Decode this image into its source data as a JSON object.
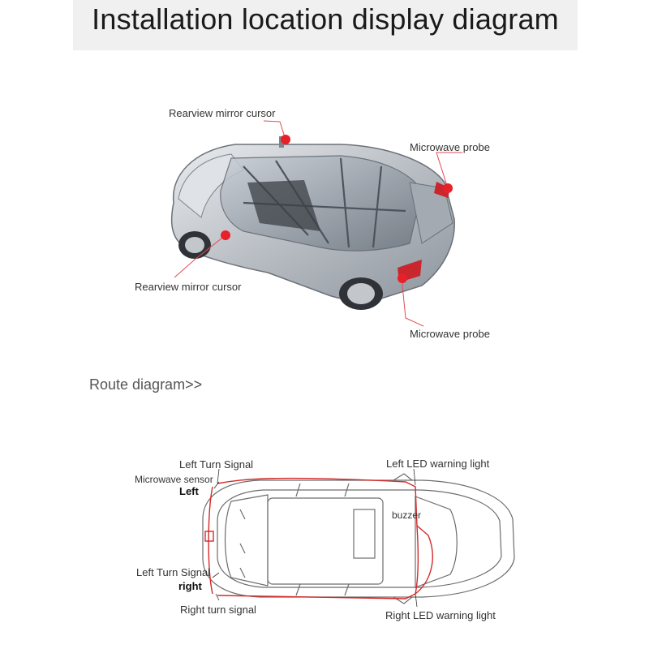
{
  "header": {
    "title": "Installation location display diagram"
  },
  "car3d": {
    "labels": {
      "mirror_top": "Rearview mirror cursor",
      "probe_top": "Microwave probe",
      "mirror_bottom": "Rearview mirror cursor",
      "probe_bottom": "Microwave probe"
    },
    "marker_color": "#e8202a"
  },
  "route": {
    "title": "Route diagram>>",
    "labels": {
      "left_turn_top": "Left Turn Signal",
      "microwave_sensor": "Microwave sensor",
      "left": "Left",
      "left_led": "Left LED warning light",
      "buzzer": "buzzer",
      "left_turn_bottom": "Left Turn Signal",
      "right": "right",
      "right_turn": "Right turn signal",
      "right_led": "Right LED warning light"
    },
    "wire_color": "#d42a2a"
  }
}
